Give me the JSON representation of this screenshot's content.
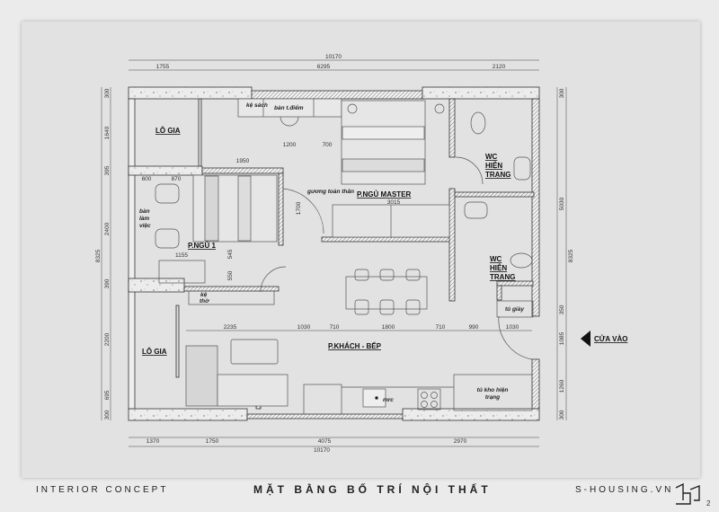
{
  "rooms": {
    "logia_top": "LÔ GIA",
    "logia_bottom": "LÔ GIA",
    "bedroom1": "P.NGỦ 1",
    "master": "P.NGỦ MASTER",
    "wc1": [
      "WC",
      "HIỆN",
      "TRẠNG"
    ],
    "wc2": [
      "WC",
      "HIỆN",
      "TRẠNG"
    ],
    "living": "P.KHÁCH - BẾP",
    "entry": "CỬA VÀO"
  },
  "furniture": {
    "bookshelf": "kệ sách",
    "vanity": "bàn t.điểm",
    "mirror": "gương toàn thân",
    "desk": [
      "bàn",
      "làm",
      "việc"
    ],
    "altar": [
      "kệ",
      "thờ"
    ],
    "shoe_cabinet": "tủ giày",
    "sink_label": "mrc",
    "storage": [
      "tủ kho hiện",
      "trạng"
    ]
  },
  "dims": {
    "top_total": "10170",
    "top": [
      "1755",
      "6295",
      "2120"
    ],
    "bottom": [
      "1370",
      "1750",
      "4075",
      "2970"
    ],
    "bottom_total": "10170",
    "left": [
      "300",
      "1640",
      "395",
      "2400",
      "390",
      "2200",
      "695",
      "300"
    ],
    "left_total": "8325",
    "right": [
      "300",
      "5030",
      "350",
      "1085",
      "1260",
      "300"
    ],
    "right_total": "8325",
    "interior": [
      "2235",
      "1030",
      "710",
      "1800",
      "710",
      "990",
      "1030"
    ],
    "inner": {
      "d1950": "1950",
      "d600": "600",
      "d870": "870",
      "d1200": "1200",
      "d700": "700",
      "d1700": "1700",
      "d3015": "3015",
      "d1155": "1155",
      "d545": "545",
      "d550": "550"
    }
  },
  "footer": {
    "left": "INTERIOR CONCEPT",
    "title": "MẶT BẰNG BỐ TRÍ NỘI THẤT",
    "brand": "S-HOUSING.VN",
    "page": "2"
  }
}
